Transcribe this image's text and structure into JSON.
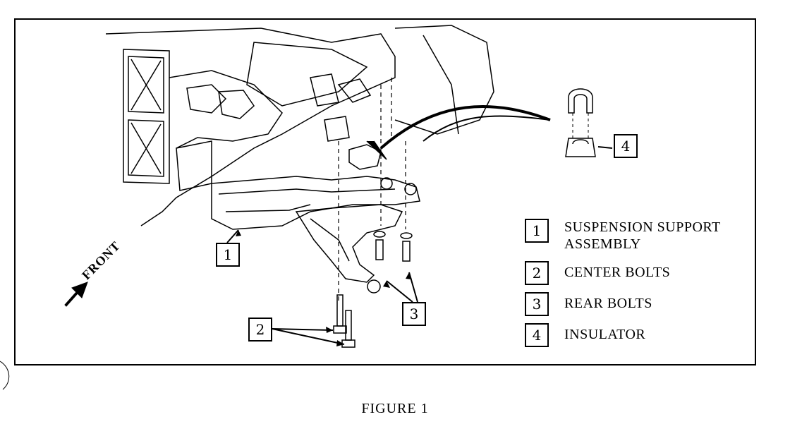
{
  "legend": [
    {
      "num": "1",
      "line1": "SUSPENSION SUPPORT",
      "line2": "ASSEMBLY"
    },
    {
      "num": "2",
      "line1": "CENTER BOLTS"
    },
    {
      "num": "3",
      "line1": "REAR BOLTS"
    },
    {
      "num": "4",
      "line1": "INSULATOR"
    }
  ],
  "callouts": {
    "c1": "1",
    "c2": "2",
    "c3": "3",
    "c4": "4"
  },
  "front_label": "FRONT",
  "caption": "FIGURE 1",
  "icons": [
    "front-arrow-icon"
  ]
}
